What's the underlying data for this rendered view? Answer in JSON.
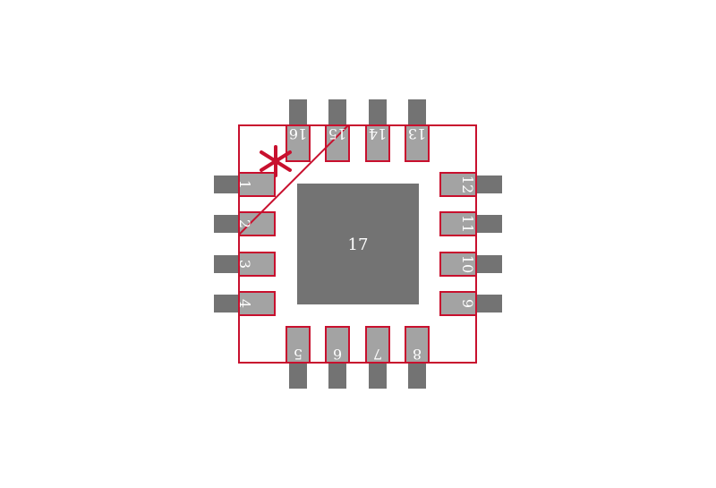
{
  "colors": {
    "background": "#ffffff",
    "pad_fill": "#737373",
    "lead_fill": "#737373",
    "pad_inner_fill": "#a3a3a3",
    "silkscreen": "#c8102e",
    "label_text": "#ffffff"
  },
  "footprint": {
    "pin1_marker": "asterisk",
    "center_pad_label": "17",
    "pins": {
      "left": [
        "1",
        "2",
        "3",
        "4"
      ],
      "bottom": [
        "5",
        "6",
        "7",
        "8"
      ],
      "right": [
        "9",
        "10",
        "11",
        "12"
      ],
      "top": [
        "13",
        "14",
        "15",
        "16"
      ]
    }
  }
}
